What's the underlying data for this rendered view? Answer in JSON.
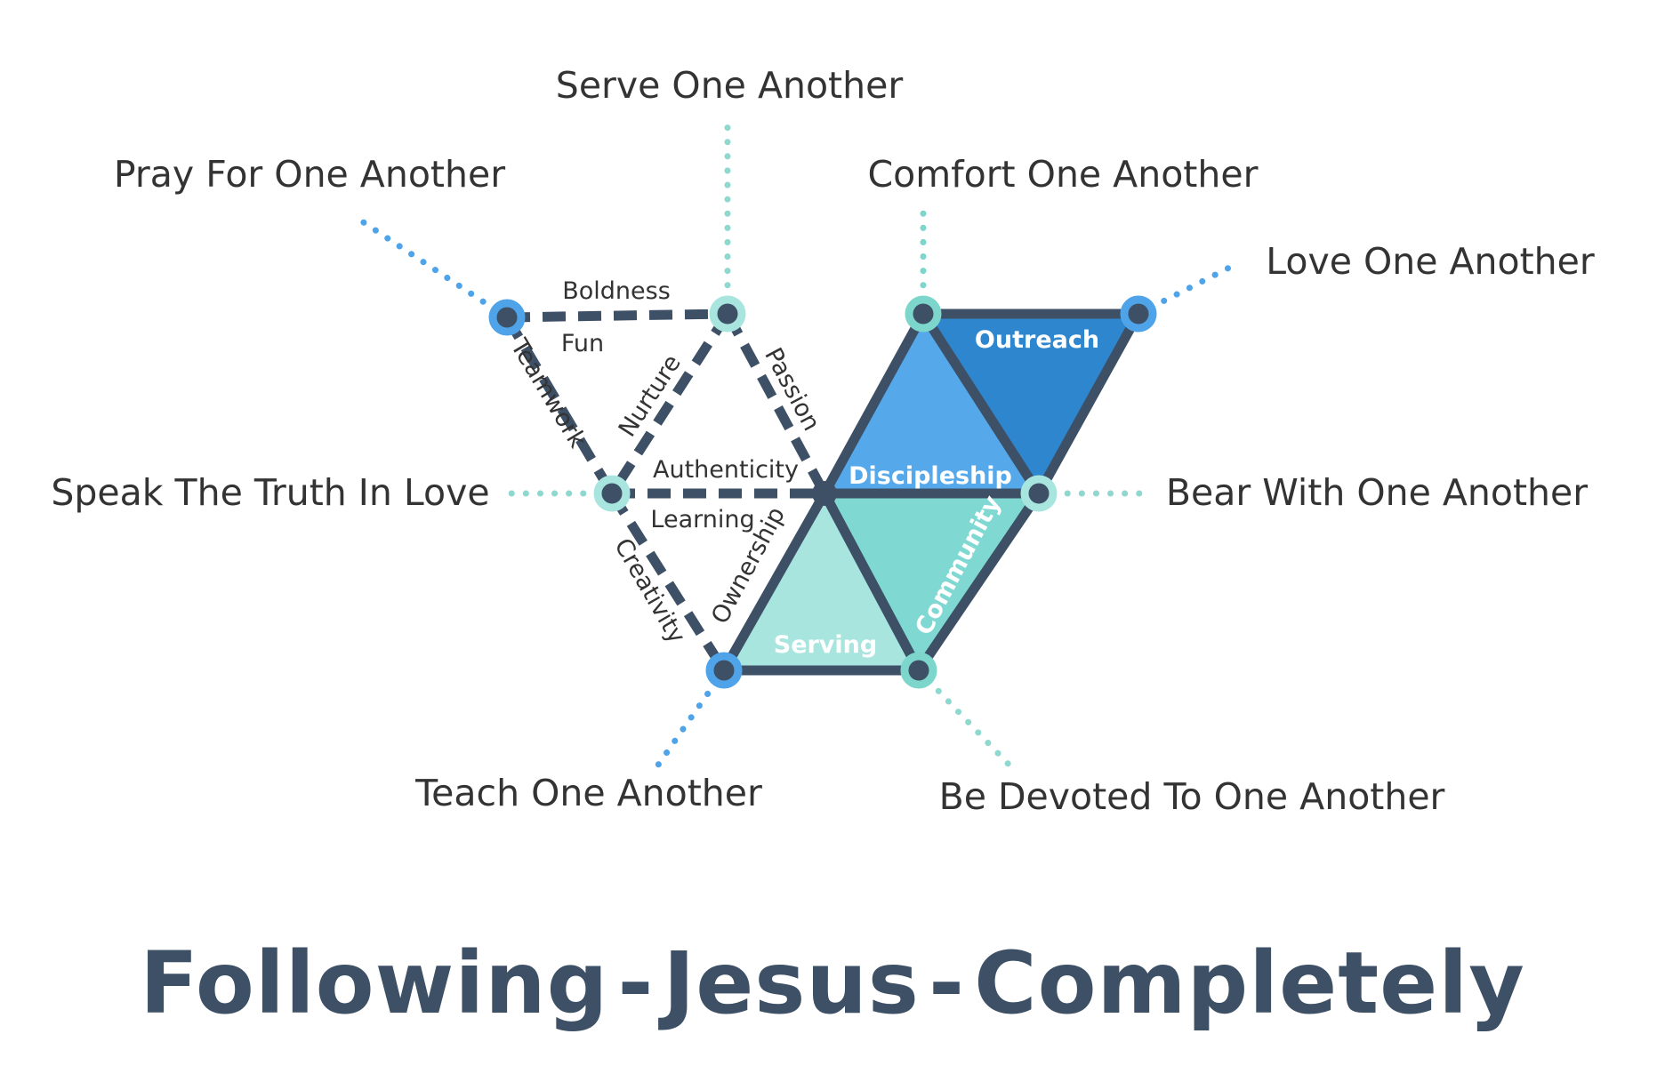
{
  "colors": {
    "dark": "#3d5066",
    "outreach": "#2e86cf",
    "discipleship": "#55a8ea",
    "community": "#7fd9d2",
    "serving": "#a9e5df",
    "blue_dot": "#4fa3e8",
    "teal_dot": "#7dd6cc",
    "teal_dotted": "#8fd8d0"
  },
  "one_another": {
    "serve": "Serve One Another",
    "pray": "Pray For One Another",
    "comfort": "Comfort One Another",
    "love": "Love One Another",
    "speak_truth": "Speak The Truth In Love",
    "bear_with": "Bear With One Another",
    "teach": "Teach One Another",
    "devoted": "Be Devoted To One Another"
  },
  "values": {
    "boldness": "Boldness",
    "fun": "Fun",
    "teamwork": "Teamwork",
    "nurture": "Nurture",
    "passion": "Passion",
    "authenticity": "Authenticity",
    "learning": "Learning",
    "creativity": "Creativity",
    "ownership": "Ownership"
  },
  "areas": {
    "outreach": "Outreach",
    "discipleship": "Discipleship",
    "community": "Community",
    "serving": "Serving"
  },
  "tagline": {
    "part1": "Following",
    "sep1": "-",
    "part2": "Jesus",
    "sep2": "-",
    "part3": "Completely"
  }
}
